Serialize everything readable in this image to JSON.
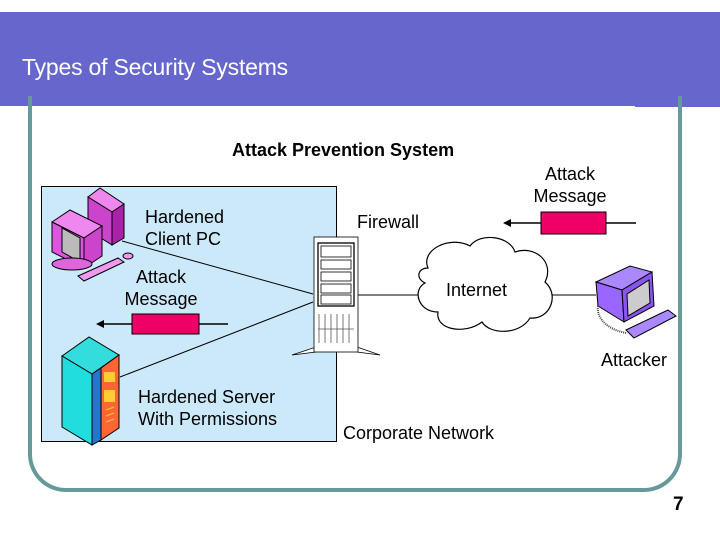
{
  "slide": {
    "title": "Types of Security Systems",
    "page_number": "7"
  },
  "diagram": {
    "title": "Attack Prevention System",
    "nodes": {
      "client_pc": {
        "label": "Hardened\nClient PC",
        "icon": "desktop-computer-icon"
      },
      "server": {
        "label": "Hardened Server\nWith Permissions",
        "icon": "server-tower-icon"
      },
      "firewall": {
        "label": "Firewall",
        "icon": "firewall-tower-icon"
      },
      "internet": {
        "label": "Internet",
        "icon": "cloud-icon"
      },
      "attacker": {
        "label": "Attacker",
        "icon": "attacker-computer-icon"
      }
    },
    "messages": {
      "inbound": {
        "label": "Attack\nMessage",
        "direction": "left"
      },
      "internal": {
        "label": "Attack\nMessage",
        "direction": "left"
      }
    },
    "zone_label": "Corporate Network",
    "colors": {
      "header": "#6666cc",
      "frame": "#669999",
      "corporate_zone": "#cce9fa",
      "message_packet": "#ee0066",
      "client_pc": "#dd66dd",
      "server_body": "#33dddd",
      "server_panel": "#ff6633",
      "attacker_pc": "#9966ff"
    }
  }
}
